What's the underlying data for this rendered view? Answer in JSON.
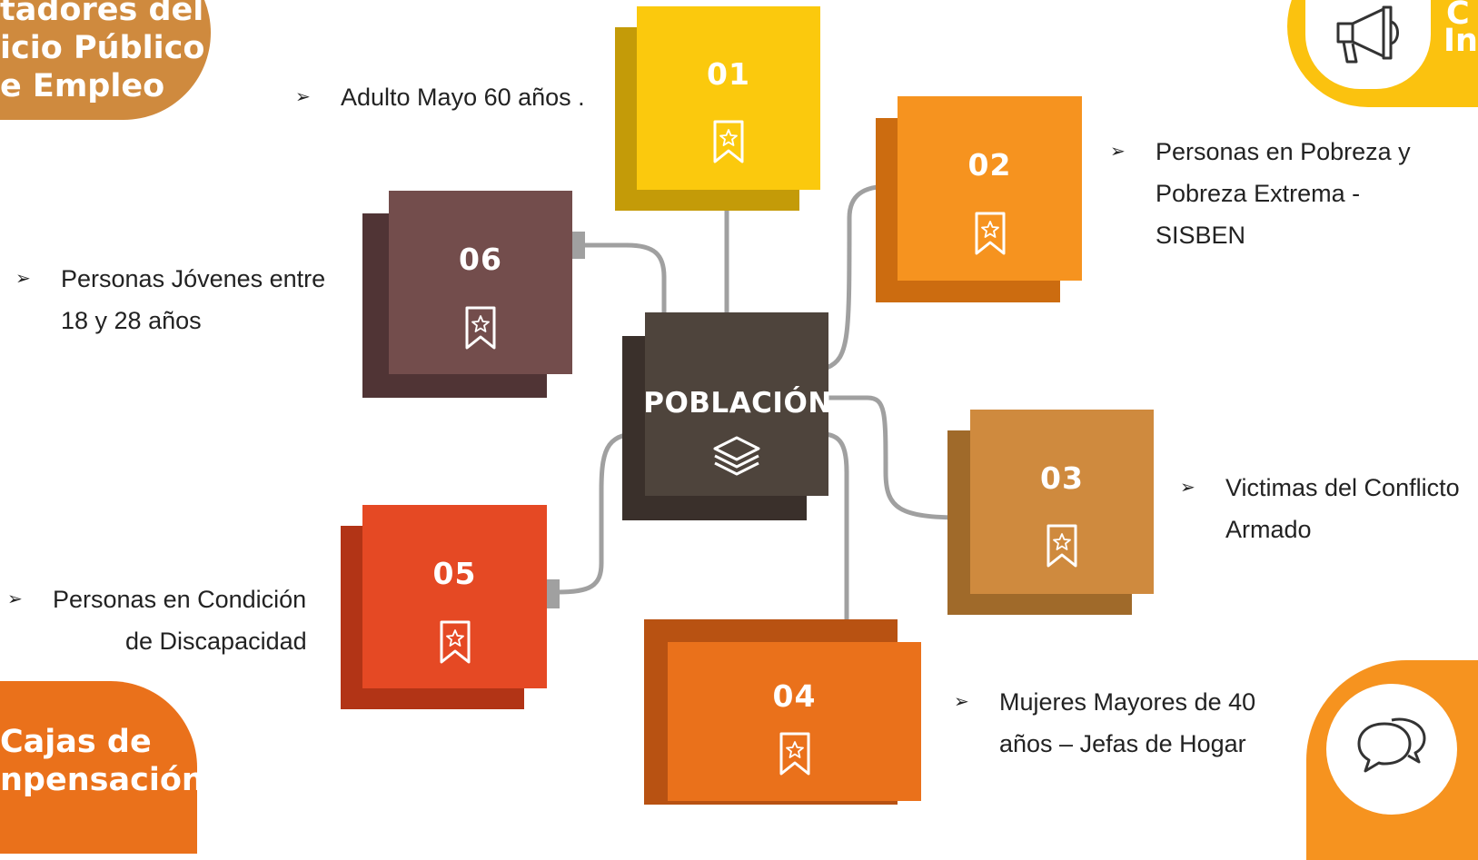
{
  "center": {
    "label": "POBLACIÓN",
    "icon": "layers-icon",
    "colors": {
      "front": "#4e443c",
      "back": "#3a302b"
    }
  },
  "blocks": [
    {
      "id": "01",
      "number": "01",
      "text": "Adulto Mayo 60 años .",
      "front": "#fbc90d",
      "back": "#c49b08",
      "icon": "bookmark-star-icon"
    },
    {
      "id": "02",
      "number": "02",
      "text_lines": [
        "Personas en Pobreza y",
        "Pobreza Extrema -",
        "SISBEN"
      ],
      "front": "#f6931f",
      "back": "#cc6c10",
      "icon": "bookmark-star-icon"
    },
    {
      "id": "03",
      "number": "03",
      "text_lines": [
        "Victimas del Conflicto",
        "Armado"
      ],
      "front": "#cf8a3e",
      "back": "#a06a2a",
      "icon": "bookmark-star-icon"
    },
    {
      "id": "04",
      "number": "04",
      "text_lines": [
        "Mujeres Mayores de 40",
        "años – Jefas de Hogar"
      ],
      "front": "#ea711b",
      "back": "#b85212",
      "icon": "bookmark-star-icon"
    },
    {
      "id": "05",
      "number": "05",
      "text_lines": [
        "Personas en Condición",
        "de Discapacidad"
      ],
      "front": "#e54924",
      "back": "#b23416",
      "icon": "bookmark-star-icon"
    },
    {
      "id": "06",
      "number": "06",
      "text_lines": [
        "Personas Jóvenes entre",
        "18 y 28 años"
      ],
      "front": "#734d4c",
      "back": "#503435",
      "icon": "bookmark-star-icon"
    }
  ],
  "corners": {
    "top_left": {
      "lines": [
        "tadores del",
        "icio Público",
        "e Empleo"
      ],
      "color": "#cf8a3e"
    },
    "top_right": {
      "lines": [
        "C",
        "Inf"
      ],
      "icon": "megaphone-icon",
      "color": "#fbc20f"
    },
    "bottom_left": {
      "lines": [
        "Cajas de",
        "npensación"
      ],
      "color": "#ea711b"
    },
    "bottom_right": {
      "icon": "chat-bubbles-icon",
      "color": "#f6931f"
    }
  },
  "bullet_symbol": "➢",
  "connector_color": "#a0a0a0"
}
